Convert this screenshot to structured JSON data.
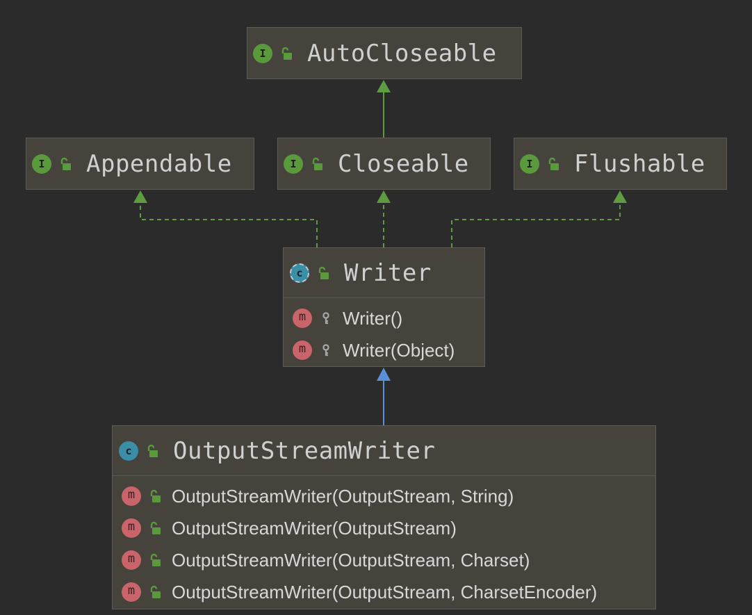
{
  "diagram": {
    "icon_letters": {
      "interface": "I",
      "class": "c",
      "method": "m"
    },
    "colors": {
      "background": "#2b2b2b",
      "node_fill": "#45433c",
      "node_border": "#5f5d56",
      "implements_edge": "#5e9c42",
      "extends_edge": "#5b8fd6",
      "interface_icon": "#5a9a3c",
      "class_icon": "#3a8ea8",
      "method_icon": "#c9646a"
    },
    "nodes": {
      "autocloseable": {
        "kind": "interface",
        "name": "AutoCloseable",
        "icon": "interface-icon",
        "visibility_icon": "public-lock-icon"
      },
      "appendable": {
        "kind": "interface",
        "name": "Appendable",
        "icon": "interface-icon",
        "visibility_icon": "public-lock-icon"
      },
      "closeable": {
        "kind": "interface",
        "name": "Closeable",
        "icon": "interface-icon",
        "visibility_icon": "public-lock-icon"
      },
      "flushable": {
        "kind": "interface",
        "name": "Flushable",
        "icon": "interface-icon",
        "visibility_icon": "public-lock-icon"
      },
      "writer": {
        "kind": "abstract-class",
        "name": "Writer",
        "icon": "abstract-class-icon",
        "visibility_icon": "public-lock-icon",
        "members": [
          {
            "name": "Writer()",
            "icon": "method-icon",
            "visibility_icon": "protected-key-icon"
          },
          {
            "name": "Writer(Object)",
            "icon": "method-icon",
            "visibility_icon": "protected-key-icon"
          }
        ]
      },
      "outputstreamwriter": {
        "kind": "class",
        "name": "OutputStreamWriter",
        "icon": "class-icon",
        "visibility_icon": "public-lock-icon",
        "members": [
          {
            "name": "OutputStreamWriter(OutputStream, String)",
            "icon": "method-icon",
            "visibility_icon": "public-lock-icon"
          },
          {
            "name": "OutputStreamWriter(OutputStream)",
            "icon": "method-icon",
            "visibility_icon": "public-lock-icon"
          },
          {
            "name": "OutputStreamWriter(OutputStream, Charset)",
            "icon": "method-icon",
            "visibility_icon": "public-lock-icon"
          },
          {
            "name": "OutputStreamWriter(OutputStream, CharsetEncoder)",
            "icon": "method-icon",
            "visibility_icon": "public-lock-icon"
          }
        ]
      }
    },
    "edges": [
      {
        "from": "closeable",
        "to": "autocloseable",
        "type": "extends-interface",
        "style": "solid"
      },
      {
        "from": "writer",
        "to": "appendable",
        "type": "implements",
        "style": "dashed"
      },
      {
        "from": "writer",
        "to": "closeable",
        "type": "implements",
        "style": "dashed"
      },
      {
        "from": "writer",
        "to": "flushable",
        "type": "implements",
        "style": "dashed"
      },
      {
        "from": "outputstreamwriter",
        "to": "writer",
        "type": "extends",
        "style": "solid"
      }
    ]
  }
}
